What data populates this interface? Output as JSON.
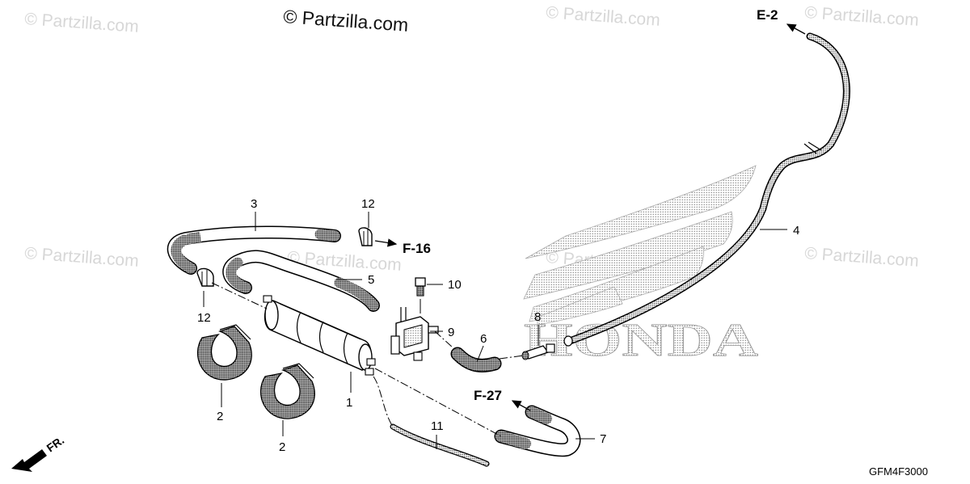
{
  "watermarks": [
    "© Partzilla.com",
    "© Partzilla.com",
    "© Partzilla.com",
    "© Partzilla.com",
    "© Partzilla.com",
    "© Partzilla.com",
    "© Partzilla.com"
  ],
  "copyright": "© Partzilla.com",
  "brand_wordmark": "HONDA",
  "callouts": {
    "p1": "1",
    "p2a": "2",
    "p2b": "2",
    "p3": "3",
    "p4": "4",
    "p5": "5",
    "p6": "6",
    "p7": "7",
    "p8": "8",
    "p9": "9",
    "p10": "10",
    "p11": "11",
    "p12a": "12",
    "p12b": "12"
  },
  "references": {
    "e2": "E-2",
    "f16": "F-16",
    "f27": "F-27"
  },
  "front_label": "FR.",
  "diagram_code": "GFM4F3000",
  "colors": {
    "line": "#000000",
    "stipple": "#000000",
    "watermark": "#d7d7d7",
    "logo": "#9a9a9a"
  }
}
